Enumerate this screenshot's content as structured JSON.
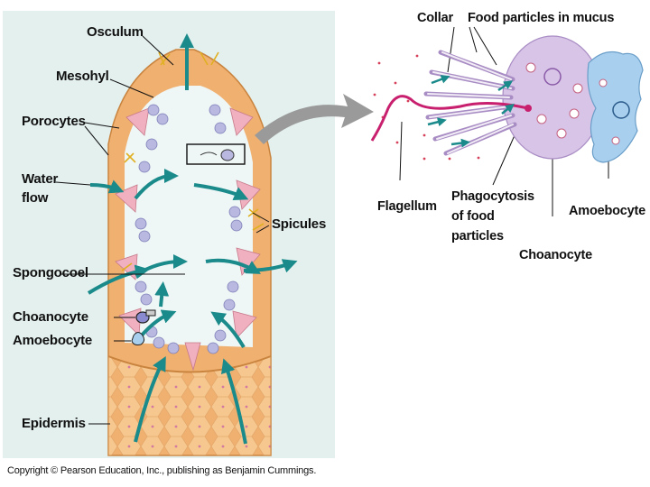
{
  "sponge_labels": {
    "osculum": "Osculum",
    "mesohyl": "Mesohyl",
    "porocytes": "Porocytes",
    "water_flow_1": "Water",
    "water_flow_2": "flow",
    "spicules": "Spicules",
    "spongocoel": "Spongocoel",
    "choanocyte": "Choanocyte",
    "amoebocyte": "Amoebocyte",
    "epidermis": "Epidermis"
  },
  "detail_labels": {
    "collar": "Collar",
    "food_particles": "Food particles in mucus",
    "flagellum": "Flagellum",
    "phagocytosis_1": "Phagocytosis",
    "phagocytosis_2": "of food",
    "phagocytosis_3": "particles",
    "amoebocyte": "Amoebocyte",
    "choanocyte": "Choanocyte"
  },
  "copyright": "Copyright © Pearson Education, Inc., publishing as Benjamin Cummings.",
  "colors": {
    "panel_bg": "#e3f0ee",
    "body_orange": "#f0b070",
    "epidermis": "#f6c890",
    "spongocoel": "#eef6f6",
    "water_arrow": "#1a8a8a",
    "choanocyte": "#b8b8e0",
    "amoebocyte_detail": "#a8cfee",
    "choanocyte_detail": "#d8c4e6",
    "flagellum": "#c8206e",
    "porocyte": "#f0b0c0",
    "arrow_gray": "#9a9a9a"
  }
}
